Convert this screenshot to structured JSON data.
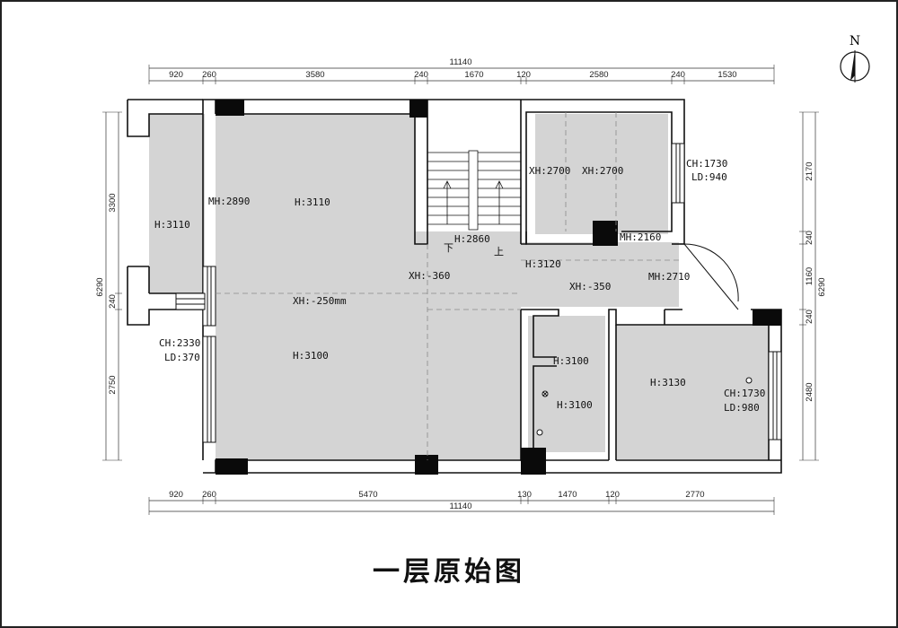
{
  "title": "一层原始图",
  "north": "N",
  "dims": {
    "top_total": "11140",
    "top": [
      "920",
      "260",
      "3580",
      "240",
      "1670",
      "120",
      "2580",
      "240",
      "1530"
    ],
    "bottom": [
      "920",
      "260",
      "5470",
      "130",
      "1470",
      "120",
      "2770"
    ],
    "bottom_total": "11140",
    "left": [
      "3300",
      "240",
      "2750"
    ],
    "left_total": "6290",
    "right": [
      "2170",
      "240",
      "1160",
      "240",
      "2480"
    ],
    "right_total": "6290"
  },
  "labels": {
    "balcony_h": "H:3110",
    "mh_2890": "MH:2890",
    "living_h": "H:3110",
    "bedroom_xh1": "XH:2700",
    "bedroom_xh2": "XH:2700",
    "window_ch1": "CH:1730",
    "window_ld1": "LD:940",
    "stair_h": "H:2860",
    "stair_down": "下",
    "stair_up": "上",
    "mh_2160": "MH:2160",
    "xh_360": "XH:-360",
    "hall_h": "H:3120",
    "xh_350": "XH:-350",
    "mh_2710": "MH:2710",
    "xh_250": "XH:-250mm",
    "window_ch2": "CH:2330",
    "window_ld2": "LD:370",
    "dining_h": "H:3100",
    "bath_h1": "H:3100",
    "bath_h2": "H:3100",
    "room_h": "H:3130",
    "window_ch3": "CH:1730",
    "window_ld3": "LD:980"
  }
}
